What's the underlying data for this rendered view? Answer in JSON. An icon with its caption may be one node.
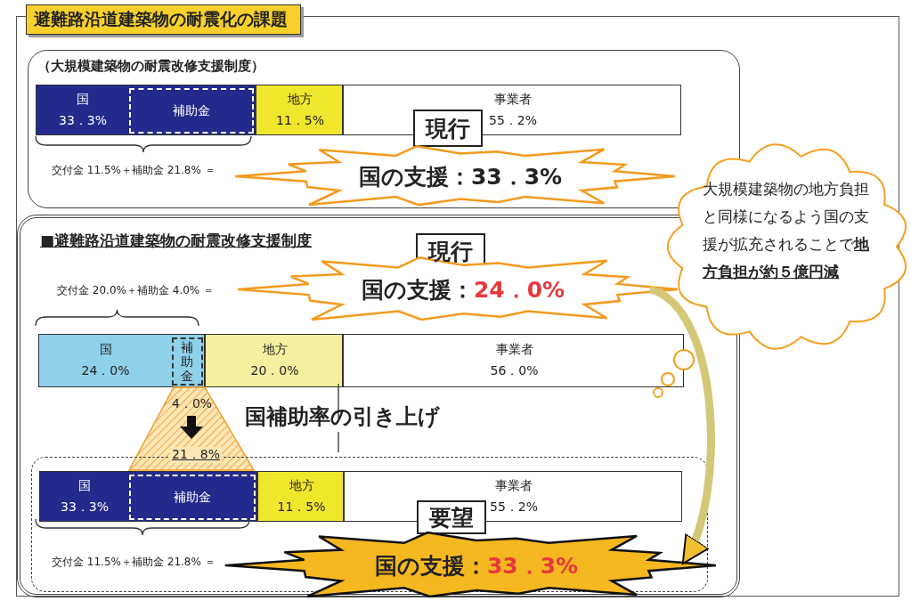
{
  "diagram": {
    "nodes": [
      {
        "text": [
          "避難路沿道建築物の耐震化の課題"
        ]
      },
      {
        "text": [
          "（大規模建築物の耐震改修支援制度）"
        ],
        "in": 0
      },
      {
        "text": [
          "国",
          "33．3%"
        ],
        "in": 1
      },
      {
        "text": [
          "補助金"
        ],
        "in": 2
      },
      {
        "text": [
          "地方",
          "11．5%"
        ],
        "in": 1
      },
      {
        "text": [
          "事業者",
          "55．2%"
        ],
        "in": 1
      },
      {
        "text": [
          "現行"
        ],
        "in": 1
      },
      {
        "text": [
          "国の支援：",
          "33．3%"
        ],
        "in": 1
      },
      {
        "text": [
          "■避難路沿道建築物の耐震改修支援制度"
        ],
        "in": 0
      },
      {
        "text": [
          "現行"
        ],
        "in": 8
      },
      {
        "text": [
          "国の支援：",
          "24．0%"
        ],
        "in": 8
      },
      {
        "text": [
          "国",
          "24．0%"
        ],
        "in": 8
      },
      {
        "text": [
          "補助金"
        ],
        "in": 11
      },
      {
        "text": [
          "地方",
          "20．0%"
        ],
        "in": 8
      },
      {
        "text": [
          "事業者",
          "56．0%"
        ],
        "in": 8
      },
      {
        "text": [
          "4．0%",
          "21．8%"
        ],
        "in": 8
      },
      {
        "text": [],
        "shape": "box",
        "in": 8
      },
      {
        "text": [
          "国",
          "33．3%"
        ],
        "in": 16
      },
      {
        "text": [
          "補助金"
        ],
        "in": 17
      },
      {
        "text": [
          "地方",
          "11．5%"
        ],
        "in": 16
      },
      {
        "text": [
          "事業者",
          "55．2%"
        ],
        "in": 16
      },
      {
        "text": [
          "要望"
        ],
        "in": 16
      },
      {
        "text": [
          "国の支援：",
          "33．3%"
        ],
        "in": 8
      },
      {
        "text": [
          "大規模建築物の地方負担と同様になるよう国の支援が拡充されることで**地方負担が約５億円減**"
        ],
        "in": 0
      }
    ],
    "edges": [
      {
        "from": 10,
        "to": 22,
        "arrow": "to"
      }
    ],
    "labels": [
      "交付金 11.5%＋補助金 21.8% ＝",
      "交付金 20.0%＋補助金 4.0% ＝",
      "国補助率の引き上げ",
      "交付金 11.5%＋補助金 21.8% ＝"
    ]
  }
}
